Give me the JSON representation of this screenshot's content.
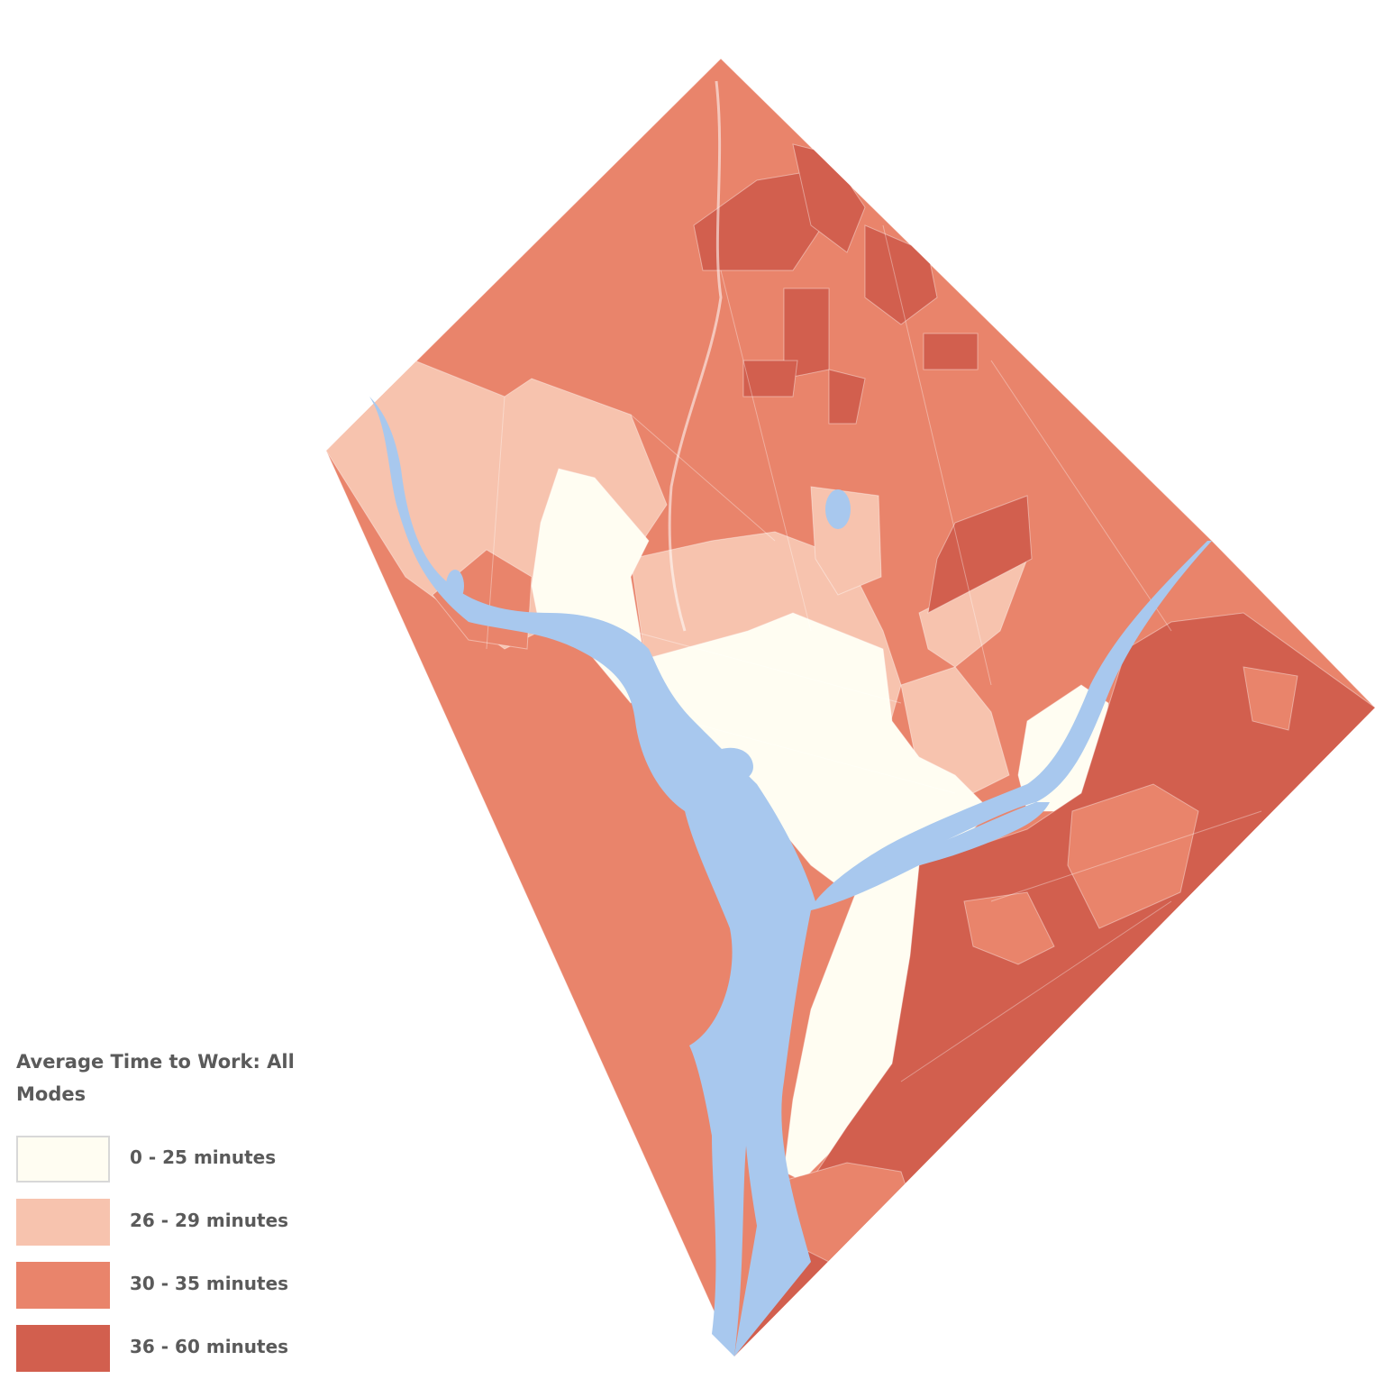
{
  "map": {
    "colors": {
      "background": "#ffffff",
      "water": "#a8c8ee",
      "outline": "#ffffff"
    }
  },
  "legend": {
    "title": "Average Time to Work: All Modes",
    "items": [
      {
        "label": "0 - 25 minutes",
        "color": "#fffdf2",
        "border": "#d8d8d8"
      },
      {
        "label": "26 - 29 minutes",
        "color": "#f7c3ae",
        "border": "#f7c3ae"
      },
      {
        "label": "30 - 35 minutes",
        "color": "#e9846b",
        "border": "#e9846b"
      },
      {
        "label": "36 - 60 minutes",
        "color": "#d25f4e",
        "border": "#d25f4e"
      }
    ]
  }
}
